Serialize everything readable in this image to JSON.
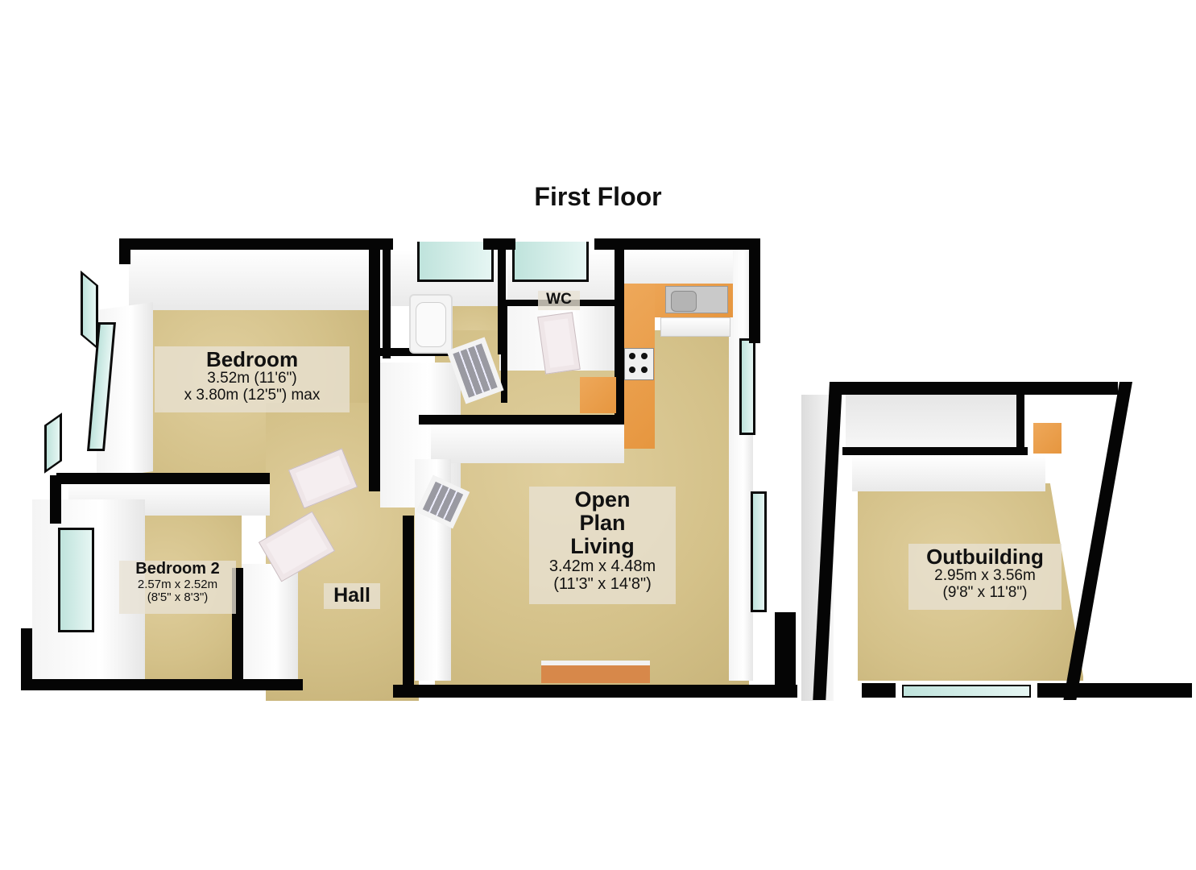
{
  "title": "First Floor",
  "rooms": {
    "bedroom": {
      "name": "Bedroom",
      "dim_line1": "3.52m (11'6\")",
      "dim_line2": "x 3.80m (12'5\") max"
    },
    "bedroom2": {
      "name": "Bedroom 2",
      "dim_metric": "2.57m x 2.52m",
      "dim_imperial": "(8'5\" x 8'3\")"
    },
    "hall": {
      "name": "Hall"
    },
    "wc": {
      "name": "WC"
    },
    "living": {
      "name_line1": "Open",
      "name_line2": "Plan",
      "name_line3": "Living",
      "dim_metric": "3.42m x 4.48m",
      "dim_imperial": "(11'3\" x 14'8\")"
    },
    "outbuilding": {
      "name": "Outbuilding",
      "dim_metric": "2.95m x 3.56m",
      "dim_imperial": "(9'8\" x 11'8\")"
    }
  },
  "fixtures": [
    "bath",
    "toilet",
    "kitchen-sink",
    "gas-hob",
    "kitchen-counter",
    "sideboard",
    "outbuilding-shower",
    "outbuilding-toilet"
  ],
  "colors": {
    "wall": "#050505",
    "floor": "#d4c189",
    "counter": "#e6963f",
    "glass": "#bfe3dc",
    "label_bg": "#e8e2d4"
  }
}
